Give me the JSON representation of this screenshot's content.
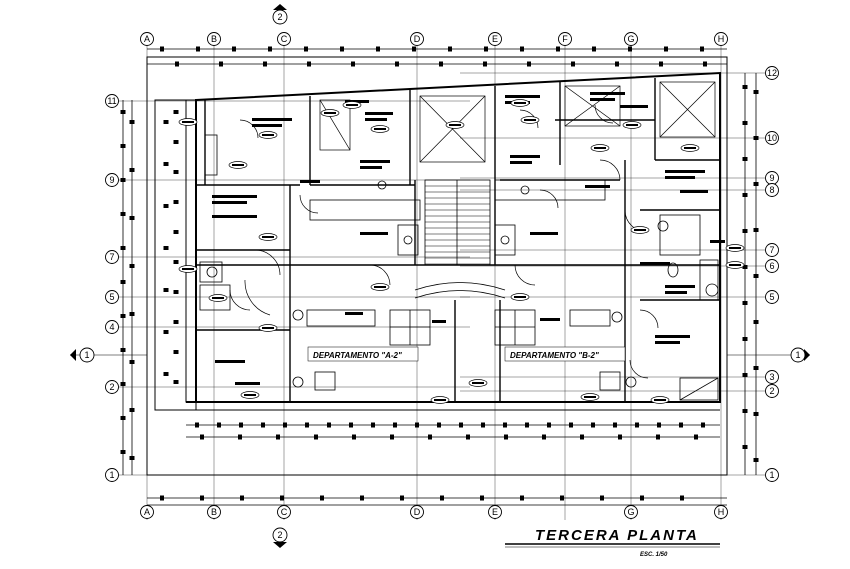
{
  "drawing": {
    "title": "TERCERA PLANTA",
    "scale": "ESC. 1/50",
    "columns": [
      "A",
      "B",
      "C",
      "D",
      "E",
      "F",
      "G",
      "H"
    ],
    "column_labels_bottom": [
      "A",
      "B",
      "C",
      "D",
      "E",
      "G",
      "H"
    ],
    "rows_left": [
      "11",
      "9",
      "7",
      "5",
      "4",
      "2",
      "1"
    ],
    "rows_right": [
      "12",
      "10",
      "9",
      "8",
      "7",
      "6",
      "5",
      "3",
      "2",
      "1"
    ],
    "section_marks": {
      "top": "2",
      "bottom": "2",
      "left": "1",
      "right": "1"
    },
    "units": [
      {
        "label": "DEPARTAMENTO \"A-2\""
      },
      {
        "label": "DEPARTAMENTO \"B-2\""
      }
    ]
  }
}
